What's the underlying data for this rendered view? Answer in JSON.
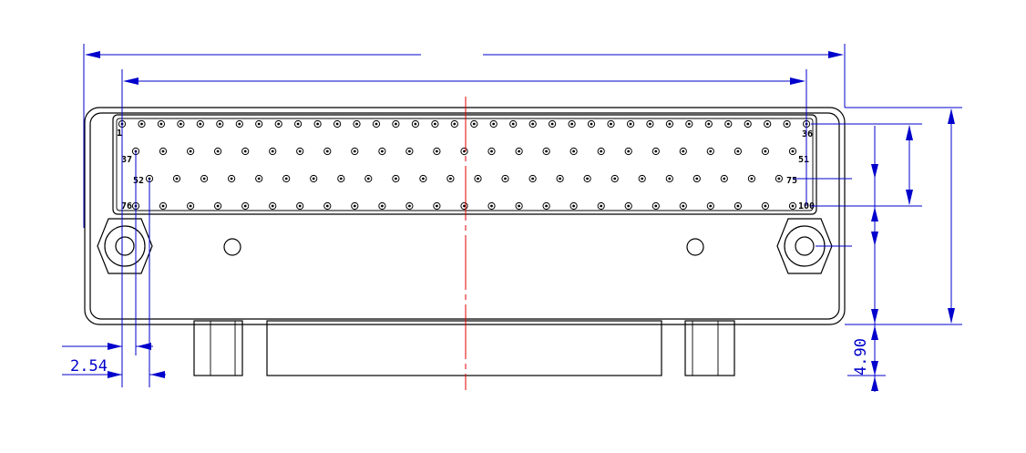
{
  "pin_labels": {
    "p1": "1",
    "p36": "36",
    "p37": "37",
    "p51": "51",
    "p52": "52",
    "p75": "75",
    "p76": "76",
    "p100": "100"
  },
  "dimensions": {
    "pitch": "2.54",
    "height_offset": "4.90"
  },
  "pin_rows": [
    36,
    25,
    24,
    25
  ],
  "colors": {
    "outline": "#000000",
    "dimension": "#0000cc",
    "centerline": "#e00000"
  }
}
